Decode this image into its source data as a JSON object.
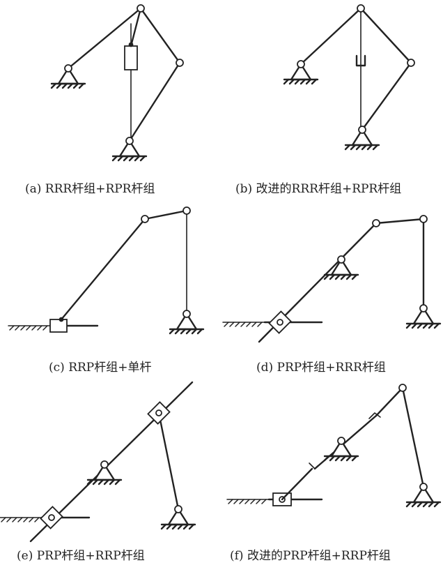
{
  "captions": {
    "a": "(a) RRR杆组+RPR杆组",
    "b": "(b) 改进的RRR杆组+RPR杆组",
    "c": "(c) RRP杆组+单杆",
    "d": "(d) PRP杆组+RRR杆组",
    "e": "(e) PRP杆组+RRP杆组",
    "f": "(f) 改进的PRP杆组+RRP杆组"
  },
  "colors": {
    "ink": "#222222",
    "background": "#ffffff"
  }
}
